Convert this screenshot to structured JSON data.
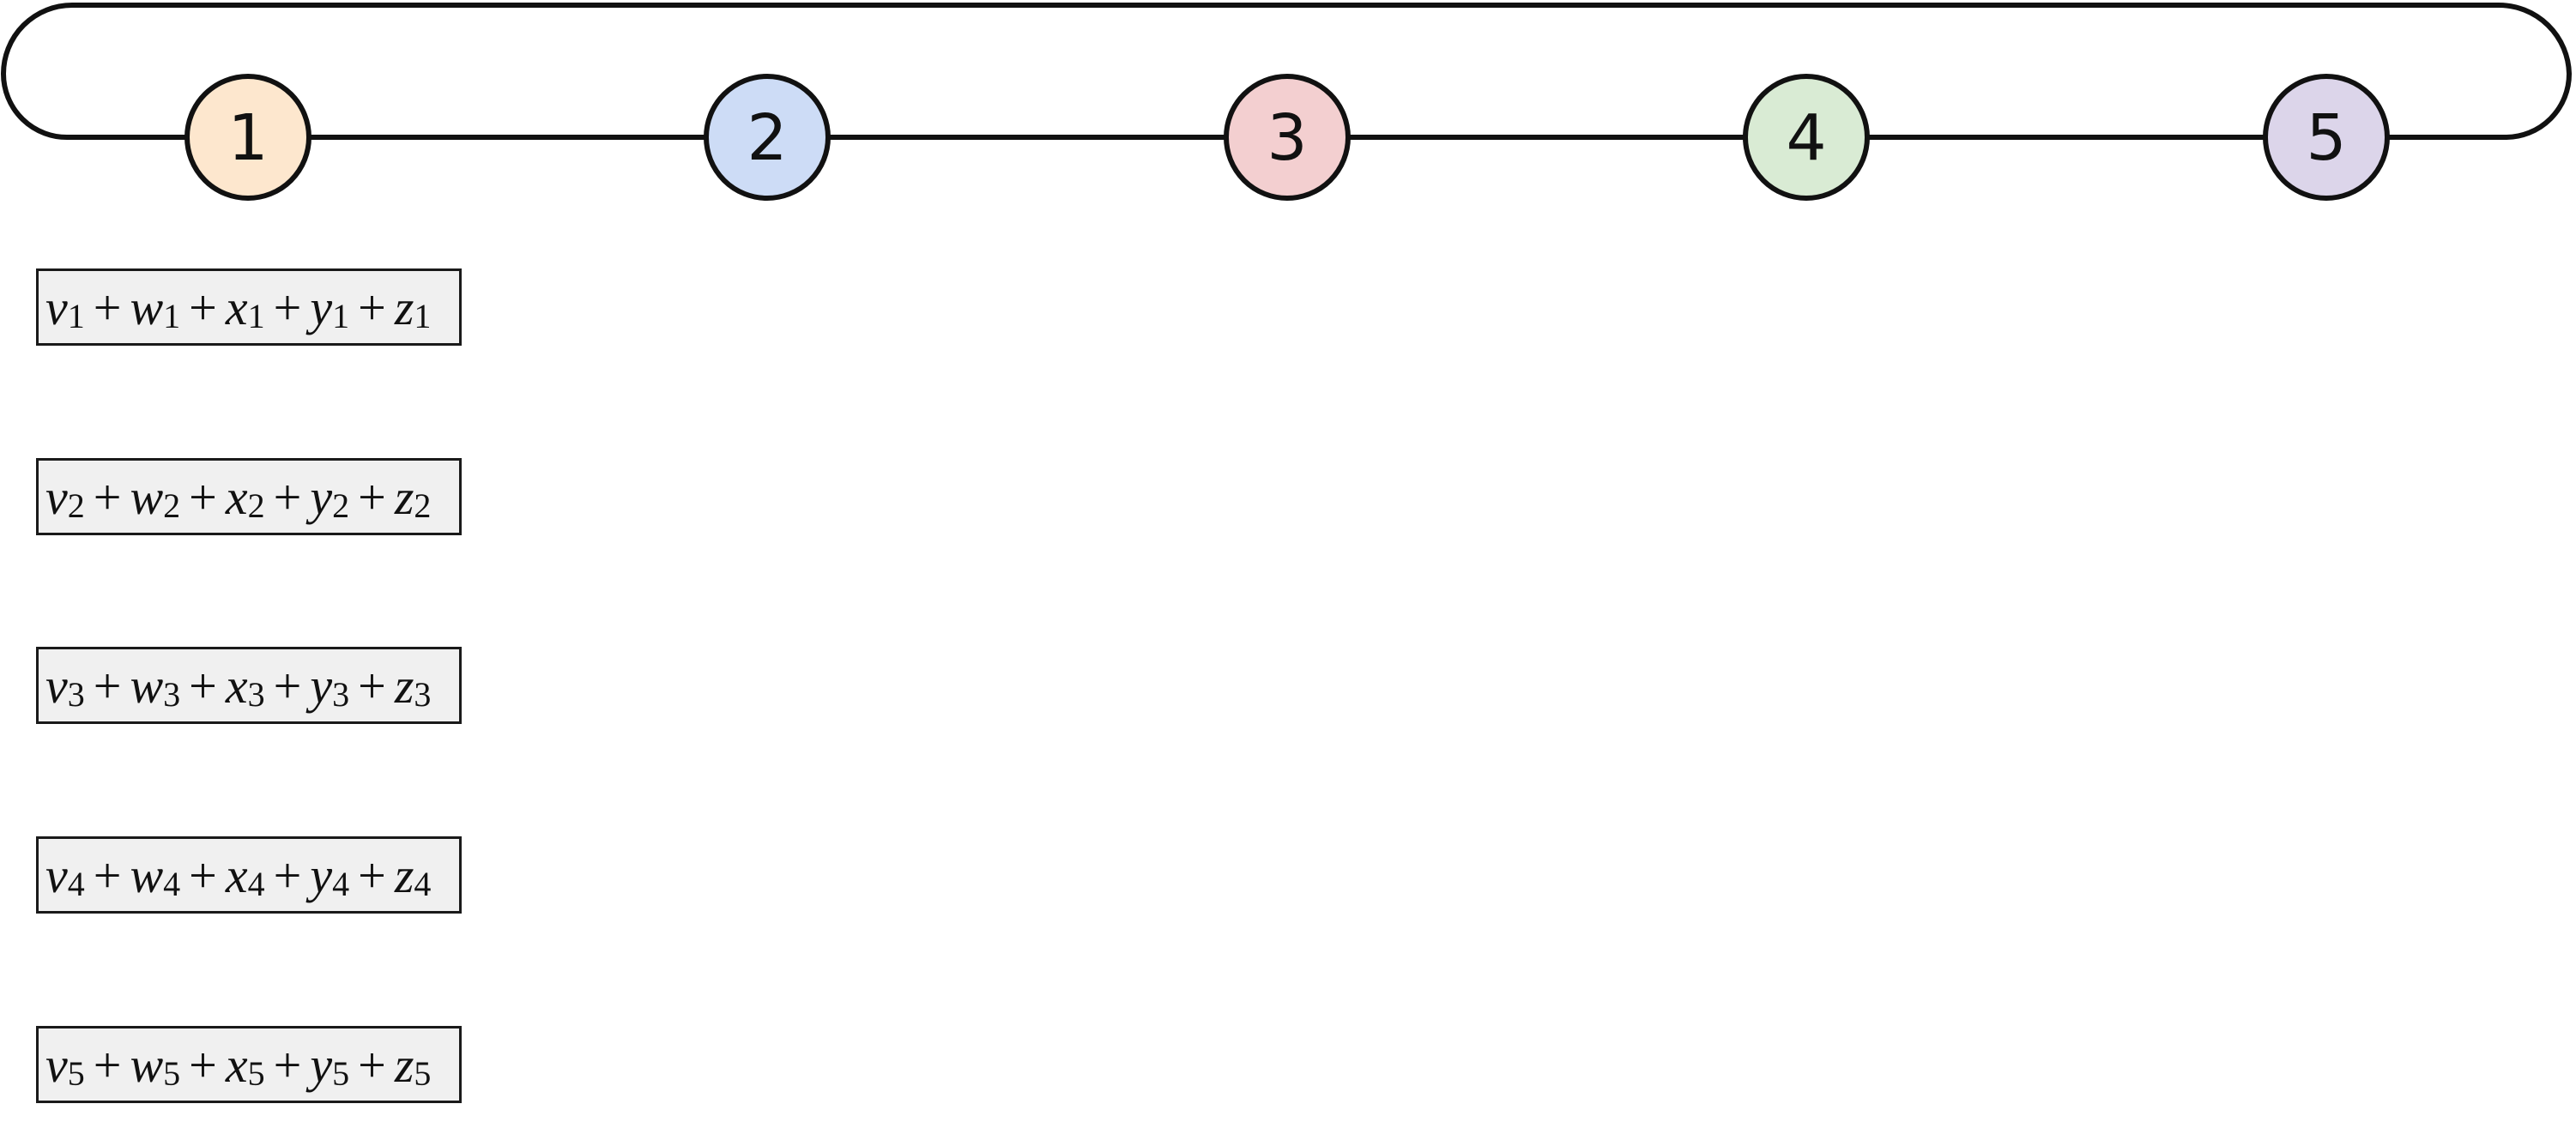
{
  "ring": {
    "stroke": "#111111",
    "nodes": [
      {
        "label": "1",
        "fill": "#fde7ce"
      },
      {
        "label": "2",
        "fill": "#cddcf6"
      },
      {
        "label": "3",
        "fill": "#f3cfd0"
      },
      {
        "label": "4",
        "fill": "#d9ebd4"
      },
      {
        "label": "5",
        "fill": "#dcd5ea"
      }
    ]
  },
  "sums": [
    {
      "terms": [
        {
          "var": "v",
          "sub": "1"
        },
        {
          "var": "w",
          "sub": "1"
        },
        {
          "var": "x",
          "sub": "1"
        },
        {
          "var": "y",
          "sub": "1"
        },
        {
          "var": "z",
          "sub": "1"
        }
      ]
    },
    {
      "terms": [
        {
          "var": "v",
          "sub": "2"
        },
        {
          "var": "w",
          "sub": "2"
        },
        {
          "var": "x",
          "sub": "2"
        },
        {
          "var": "y",
          "sub": "2"
        },
        {
          "var": "z",
          "sub": "2"
        }
      ]
    },
    {
      "terms": [
        {
          "var": "v",
          "sub": "3"
        },
        {
          "var": "w",
          "sub": "3"
        },
        {
          "var": "x",
          "sub": "3"
        },
        {
          "var": "y",
          "sub": "3"
        },
        {
          "var": "z",
          "sub": "3"
        }
      ]
    },
    {
      "terms": [
        {
          "var": "v",
          "sub": "4"
        },
        {
          "var": "w",
          "sub": "4"
        },
        {
          "var": "x",
          "sub": "4"
        },
        {
          "var": "y",
          "sub": "4"
        },
        {
          "var": "z",
          "sub": "4"
        }
      ]
    },
    {
      "terms": [
        {
          "var": "v",
          "sub": "5"
        },
        {
          "var": "w",
          "sub": "5"
        },
        {
          "var": "x",
          "sub": "5"
        },
        {
          "var": "y",
          "sub": "5"
        },
        {
          "var": "z",
          "sub": "5"
        }
      ]
    }
  ],
  "operator": "+",
  "box_fill": "#f0f0f0"
}
